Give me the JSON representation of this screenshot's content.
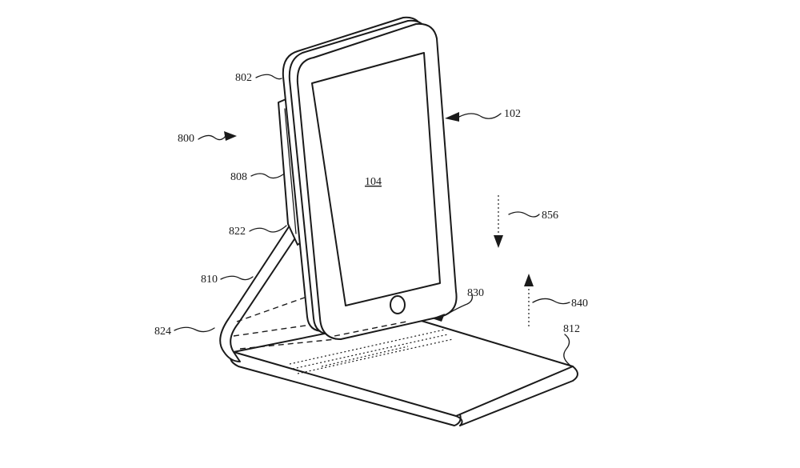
{
  "figure": {
    "labels": {
      "ref_800": "800",
      "ref_802": "802",
      "ref_808": "808",
      "ref_822": "822",
      "ref_810": "810",
      "ref_824": "824",
      "ref_102": "102",
      "ref_104": "104",
      "ref_856": "856",
      "ref_830": "830",
      "ref_840": "840",
      "ref_812": "812"
    }
  }
}
